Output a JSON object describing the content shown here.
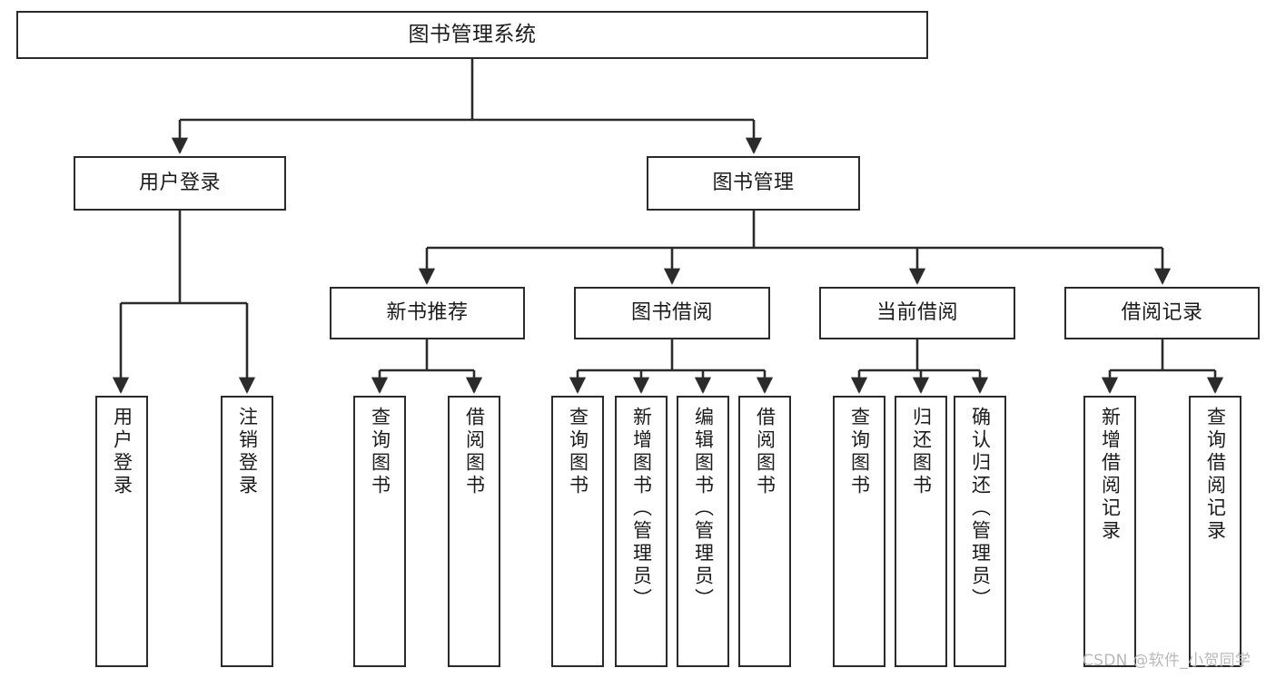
{
  "diagram": {
    "title": "图书管理系统",
    "type": "hierarchy-flowchart",
    "root": {
      "label": "图书管理系统"
    },
    "tier2": [
      {
        "label": "用户登录"
      },
      {
        "label": "图书管理"
      }
    ],
    "tier3": [
      {
        "label": "新书推荐"
      },
      {
        "label": "图书借阅"
      },
      {
        "label": "当前借阅"
      },
      {
        "label": "借阅记录"
      }
    ],
    "leaves": {
      "user_login": [
        {
          "label": "用户登录"
        },
        {
          "label": "注销登录"
        }
      ],
      "new_book_recommend": [
        {
          "label": "查询图书"
        },
        {
          "label": "借阅图书"
        }
      ],
      "book_borrow": [
        {
          "label": "查询图书"
        },
        {
          "label": "新增图书（管理员）"
        },
        {
          "label": "编辑图书（管理员）"
        },
        {
          "label": "借阅图书"
        }
      ],
      "current_borrow": [
        {
          "label": "查询图书"
        },
        {
          "label": "归还图书"
        },
        {
          "label": "确认归还（管理员）"
        }
      ],
      "borrow_record": [
        {
          "label": "新增借阅记录"
        },
        {
          "label": "查询借阅记录"
        }
      ]
    }
  },
  "watermark": {
    "text": "CSDN @软件_小贺同学"
  },
  "colors": {
    "stroke": "#2b2b2b",
    "fill": "#ffffff",
    "text": "#1b1b1b",
    "watermark": "#b9b9b9"
  }
}
